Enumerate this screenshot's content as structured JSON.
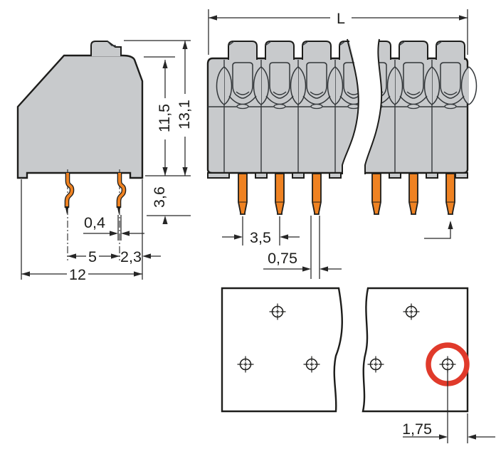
{
  "dimensions": {
    "side_view": {
      "total_height": "13,1",
      "housing_height": "11,5",
      "pin_length": "3,6",
      "pin_width": "0,4",
      "pin_row_spacing": "5",
      "pin_to_edge": "2,3",
      "depth": "12"
    },
    "front_view": {
      "length": "L",
      "pole_pitch": "3,5",
      "pin_width": "0,75"
    },
    "drilling_plan": {
      "hole_to_edge": "1,75"
    }
  },
  "colors": {
    "housing_gray": "#c8cacc",
    "pin_orange": "#ef8222",
    "outline_black": "#1d1d1b",
    "dimension_line": "#262626",
    "highlight_red": "#e03a2b",
    "background": "#ffffff"
  }
}
